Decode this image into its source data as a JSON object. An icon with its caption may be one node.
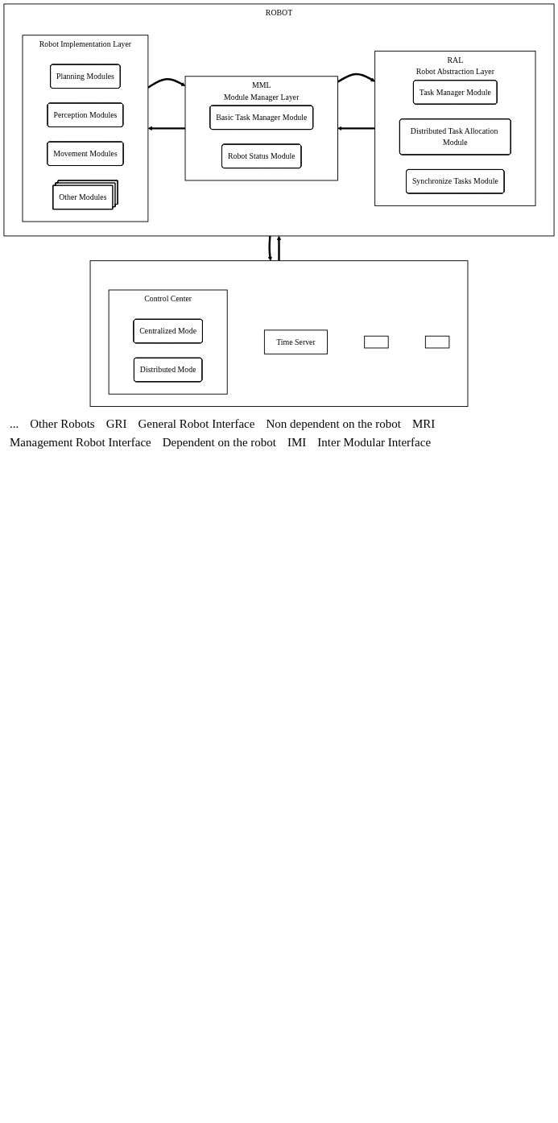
{
  "diagram": {
    "nodes": [
      {
        "text": [],
        "shape": "box"
      },
      {
        "text": [
          "Control Center"
        ],
        "in": 0
      },
      {
        "text": [
          "Centralized Mode"
        ],
        "in": 1
      },
      {
        "text": [
          "Distributed Mode"
        ],
        "in": 1
      },
      {
        "text": [
          "Time Server"
        ],
        "in": 0
      },
      {
        "text": [],
        "shape": "box",
        "in": 0
      },
      {
        "text": [],
        "shape": "box",
        "in": 0
      },
      {
        "text": [
          "ROBOT"
        ]
      },
      {
        "text": [
          "RAL",
          "Robot Abstraction Layer"
        ],
        "in": 7
      },
      {
        "text": [
          "Task Manager Module"
        ],
        "in": 8
      },
      {
        "text": [
          "Distributed Task Allocation Module"
        ],
        "in": 8
      },
      {
        "text": [
          "Synchronize Tasks Module"
        ],
        "in": 8
      },
      {
        "text": [
          "MML",
          "Module Manager Layer"
        ],
        "in": 7
      },
      {
        "text": [
          "Basic Task Manager Module"
        ],
        "in": 12
      },
      {
        "text": [
          "Robot Status Module"
        ],
        "in": 12
      },
      {
        "text": [
          "Robot Implementation Layer"
        ],
        "in": 7
      },
      {
        "text": [
          "Planning Modules"
        ],
        "in": 15
      },
      {
        "text": [
          "Perception Modules"
        ],
        "in": 15
      },
      {
        "text": [
          "Movement Modules"
        ],
        "in": 15
      },
      {
        "text": [
          "Other Modules"
        ],
        "in": 15
      }
    ],
    "edges": [
      {
        "from": 0,
        "to": 7,
        "arrow": "to"
      },
      {
        "from": 7,
        "to": 0,
        "arrow": "to"
      },
      {
        "from": 8,
        "to": 12,
        "arrow": "to"
      },
      {
        "from": 12,
        "to": 8,
        "arrow": "to"
      },
      {
        "from": 12,
        "to": 15,
        "arrow": "to"
      },
      {
        "from": 15,
        "to": 12,
        "arrow": "to"
      }
    ],
    "labels": [
      "...",
      "Other Robots",
      "GRI",
      "General Robot Interface",
      "Non dependent on the robot",
      "MRI",
      "Management Robot Interface",
      "Dependent on the robot",
      "IMI",
      "Inter Modular Interface"
    ]
  }
}
